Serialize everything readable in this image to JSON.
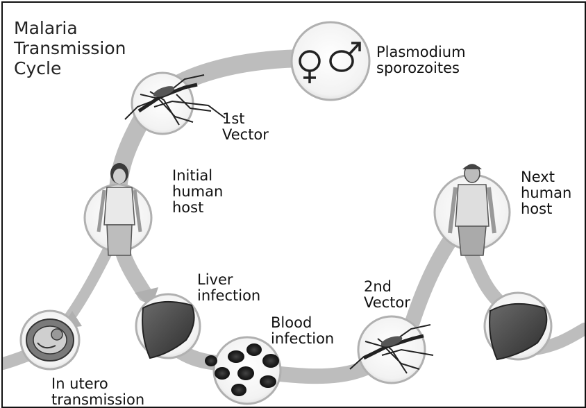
{
  "title": "Malaria\nTransmission\nCycle",
  "labels": {
    "sporozoites": "Plasmodium\nsporozoites",
    "first_vector": "1st\nVector",
    "initial_host": "Initial\nhuman\nhost",
    "next_host": "Next\nhuman\nhost",
    "liver": "Liver\ninfection",
    "blood": "Blood\ninfection",
    "second_vector": "2nd\nVector",
    "in_utero": "In utero\ntransmission"
  },
  "icons": {
    "sporozoites": "female-male-symbols-icon",
    "first_vector": "mosquito-icon",
    "initial_host": "woman-figure-icon",
    "next_host": "man-figure-icon",
    "liver": "liver-icon",
    "blood": "red-blood-cells-icon",
    "second_vector": "mosquito-icon",
    "next_liver": "liver-icon",
    "in_utero": "fetus-in-womb-icon"
  }
}
